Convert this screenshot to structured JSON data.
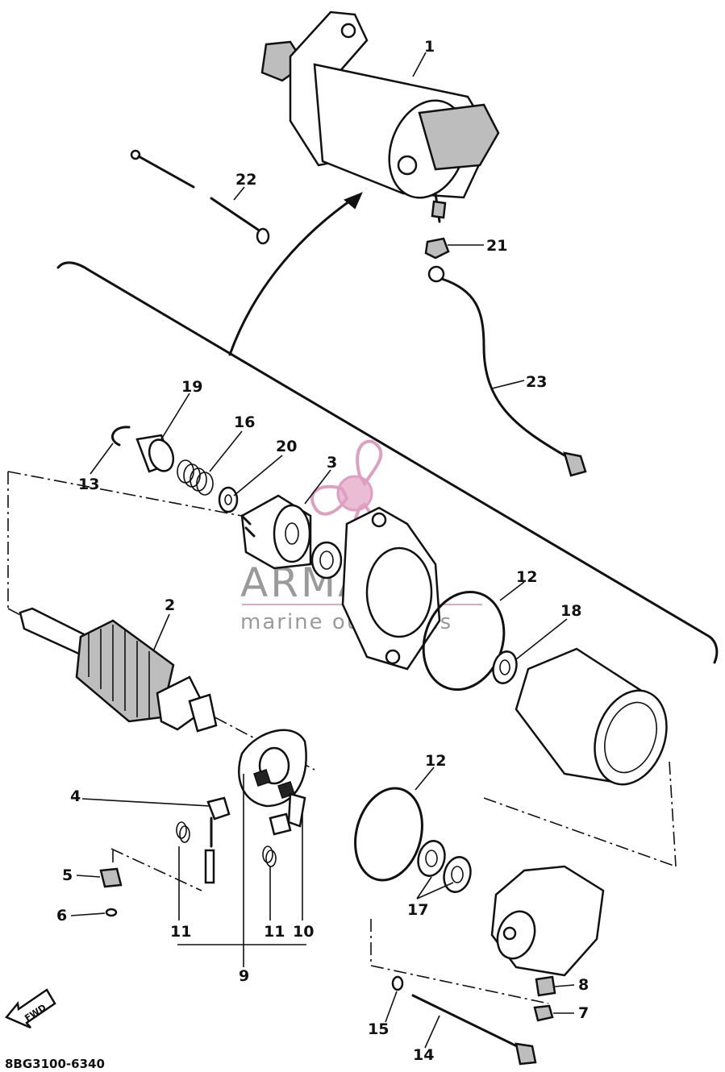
{
  "watermark": {
    "title": "ARMADA",
    "subtitle": "marine outboards",
    "logo_color": "#e0a6c4",
    "text_color": "#9a9a9a"
  },
  "diagram_code": "8BG3100-6340",
  "fwd_label": "FWD",
  "callouts": {
    "c1": "1",
    "c2": "2",
    "c3": "3",
    "c4": "4",
    "c5": "5",
    "c6": "6",
    "c7": "7",
    "c8": "8",
    "c9": "9",
    "c10": "10",
    "c11a": "11",
    "c11b": "11",
    "c12a": "12",
    "c12b": "12",
    "c13": "13",
    "c14": "14",
    "c15": "15",
    "c16": "16",
    "c17": "17",
    "c18": "18",
    "c19": "19",
    "c20": "20",
    "c21": "21",
    "c22": "22",
    "c23": "23"
  }
}
